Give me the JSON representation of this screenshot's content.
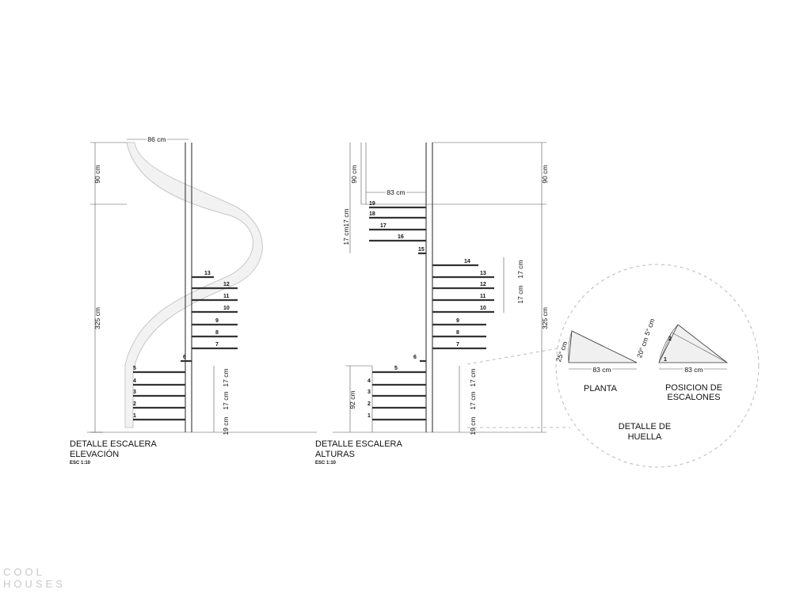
{
  "watermark": {
    "line1": "COOL",
    "line2": "HOUSES"
  },
  "elevation": {
    "title_line1": "DETALLE ESCALERA",
    "title_line2": "ELEVACIÓN",
    "scale": "ESC 1:10",
    "dim_width": "86 cm",
    "dim_top": "90 cm",
    "dim_height": "325 cm",
    "dim_step": "17 cm",
    "dim_first": "19 cm",
    "step_numbers": [
      "1",
      "2",
      "3",
      "4",
      "5",
      "6",
      "7",
      "8",
      "9",
      "10",
      "11",
      "12",
      "13"
    ]
  },
  "heights": {
    "title_line1": "DETALLE ESCALERA",
    "title_line2": "ALTURAS",
    "scale": "ESC 1:10",
    "dim_width": "83 cm",
    "dim_top_left": "90 cm",
    "dim_top_right": "90 cm",
    "dim_height": "325 cm",
    "dim_landing": "92 cm",
    "dim_step": "17 cm",
    "dim_first": "19 cm",
    "step_numbers": [
      "1",
      "2",
      "3",
      "4",
      "5",
      "6",
      "7",
      "8",
      "9",
      "10",
      "11",
      "12",
      "13",
      "14",
      "15",
      "16",
      "17",
      "18",
      "19"
    ]
  },
  "tread_detail": {
    "title_line1": "DETALLE DE",
    "title_line2": "HUELLA",
    "plan_label": "PLANTA",
    "plan_angle": "25° cm",
    "plan_length": "83 cm",
    "position_label_line1": "POSICION DE",
    "position_label_line2": "ESCALONES",
    "position_angle_a": "20° cm",
    "position_angle_b": "5° cm",
    "position_length": "83 cm",
    "position_steps": [
      "1",
      "2"
    ]
  }
}
